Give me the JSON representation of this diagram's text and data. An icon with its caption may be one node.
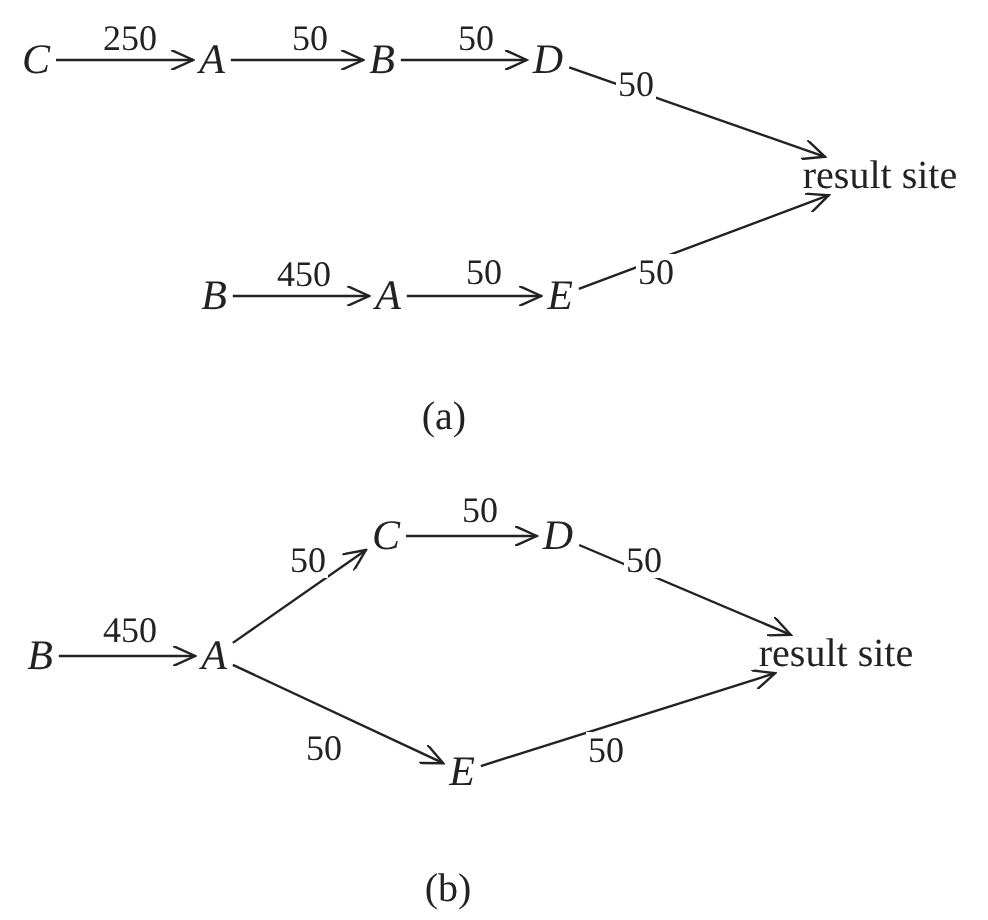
{
  "diagram": {
    "nodes": [
      {
        "text": [
          "C"
        ]
      },
      {
        "text": [
          "A"
        ]
      },
      {
        "text": [
          "B"
        ]
      },
      {
        "text": [
          "D"
        ]
      },
      {
        "text": [
          "result site"
        ]
      },
      {
        "text": [
          "B"
        ]
      },
      {
        "text": [
          "A"
        ]
      },
      {
        "text": [
          "E"
        ]
      },
      {
        "text": [
          "B"
        ]
      },
      {
        "text": [
          "A"
        ]
      },
      {
        "text": [
          "C"
        ]
      },
      {
        "text": [
          "D"
        ]
      },
      {
        "text": [
          "result site"
        ]
      },
      {
        "text": [
          "E"
        ]
      }
    ],
    "edges": [
      {
        "from": 0,
        "to": 1,
        "arrow": "to",
        "label": "250"
      },
      {
        "from": 1,
        "to": 2,
        "arrow": "to",
        "label": "50"
      },
      {
        "from": 2,
        "to": 3,
        "arrow": "to",
        "label": "50"
      },
      {
        "from": 3,
        "to": 4,
        "arrow": "to",
        "label": "50"
      },
      {
        "from": 5,
        "to": 6,
        "arrow": "to",
        "label": "450"
      },
      {
        "from": 6,
        "to": 7,
        "arrow": "to",
        "label": "50"
      },
      {
        "from": 7,
        "to": 4,
        "arrow": "to",
        "label": "50"
      },
      {
        "from": 8,
        "to": 9,
        "arrow": "to",
        "label": "450"
      },
      {
        "from": 9,
        "to": 10,
        "arrow": "to",
        "label": "50"
      },
      {
        "from": 10,
        "to": 11,
        "arrow": "to",
        "label": "50"
      },
      {
        "from": 11,
        "to": 12,
        "arrow": "to",
        "label": "50"
      },
      {
        "from": 9,
        "to": 13,
        "arrow": "to",
        "label": "50"
      },
      {
        "from": 13,
        "to": 12,
        "arrow": "to",
        "label": "50"
      }
    ],
    "labels": [
      "(a)",
      "(b)"
    ]
  }
}
